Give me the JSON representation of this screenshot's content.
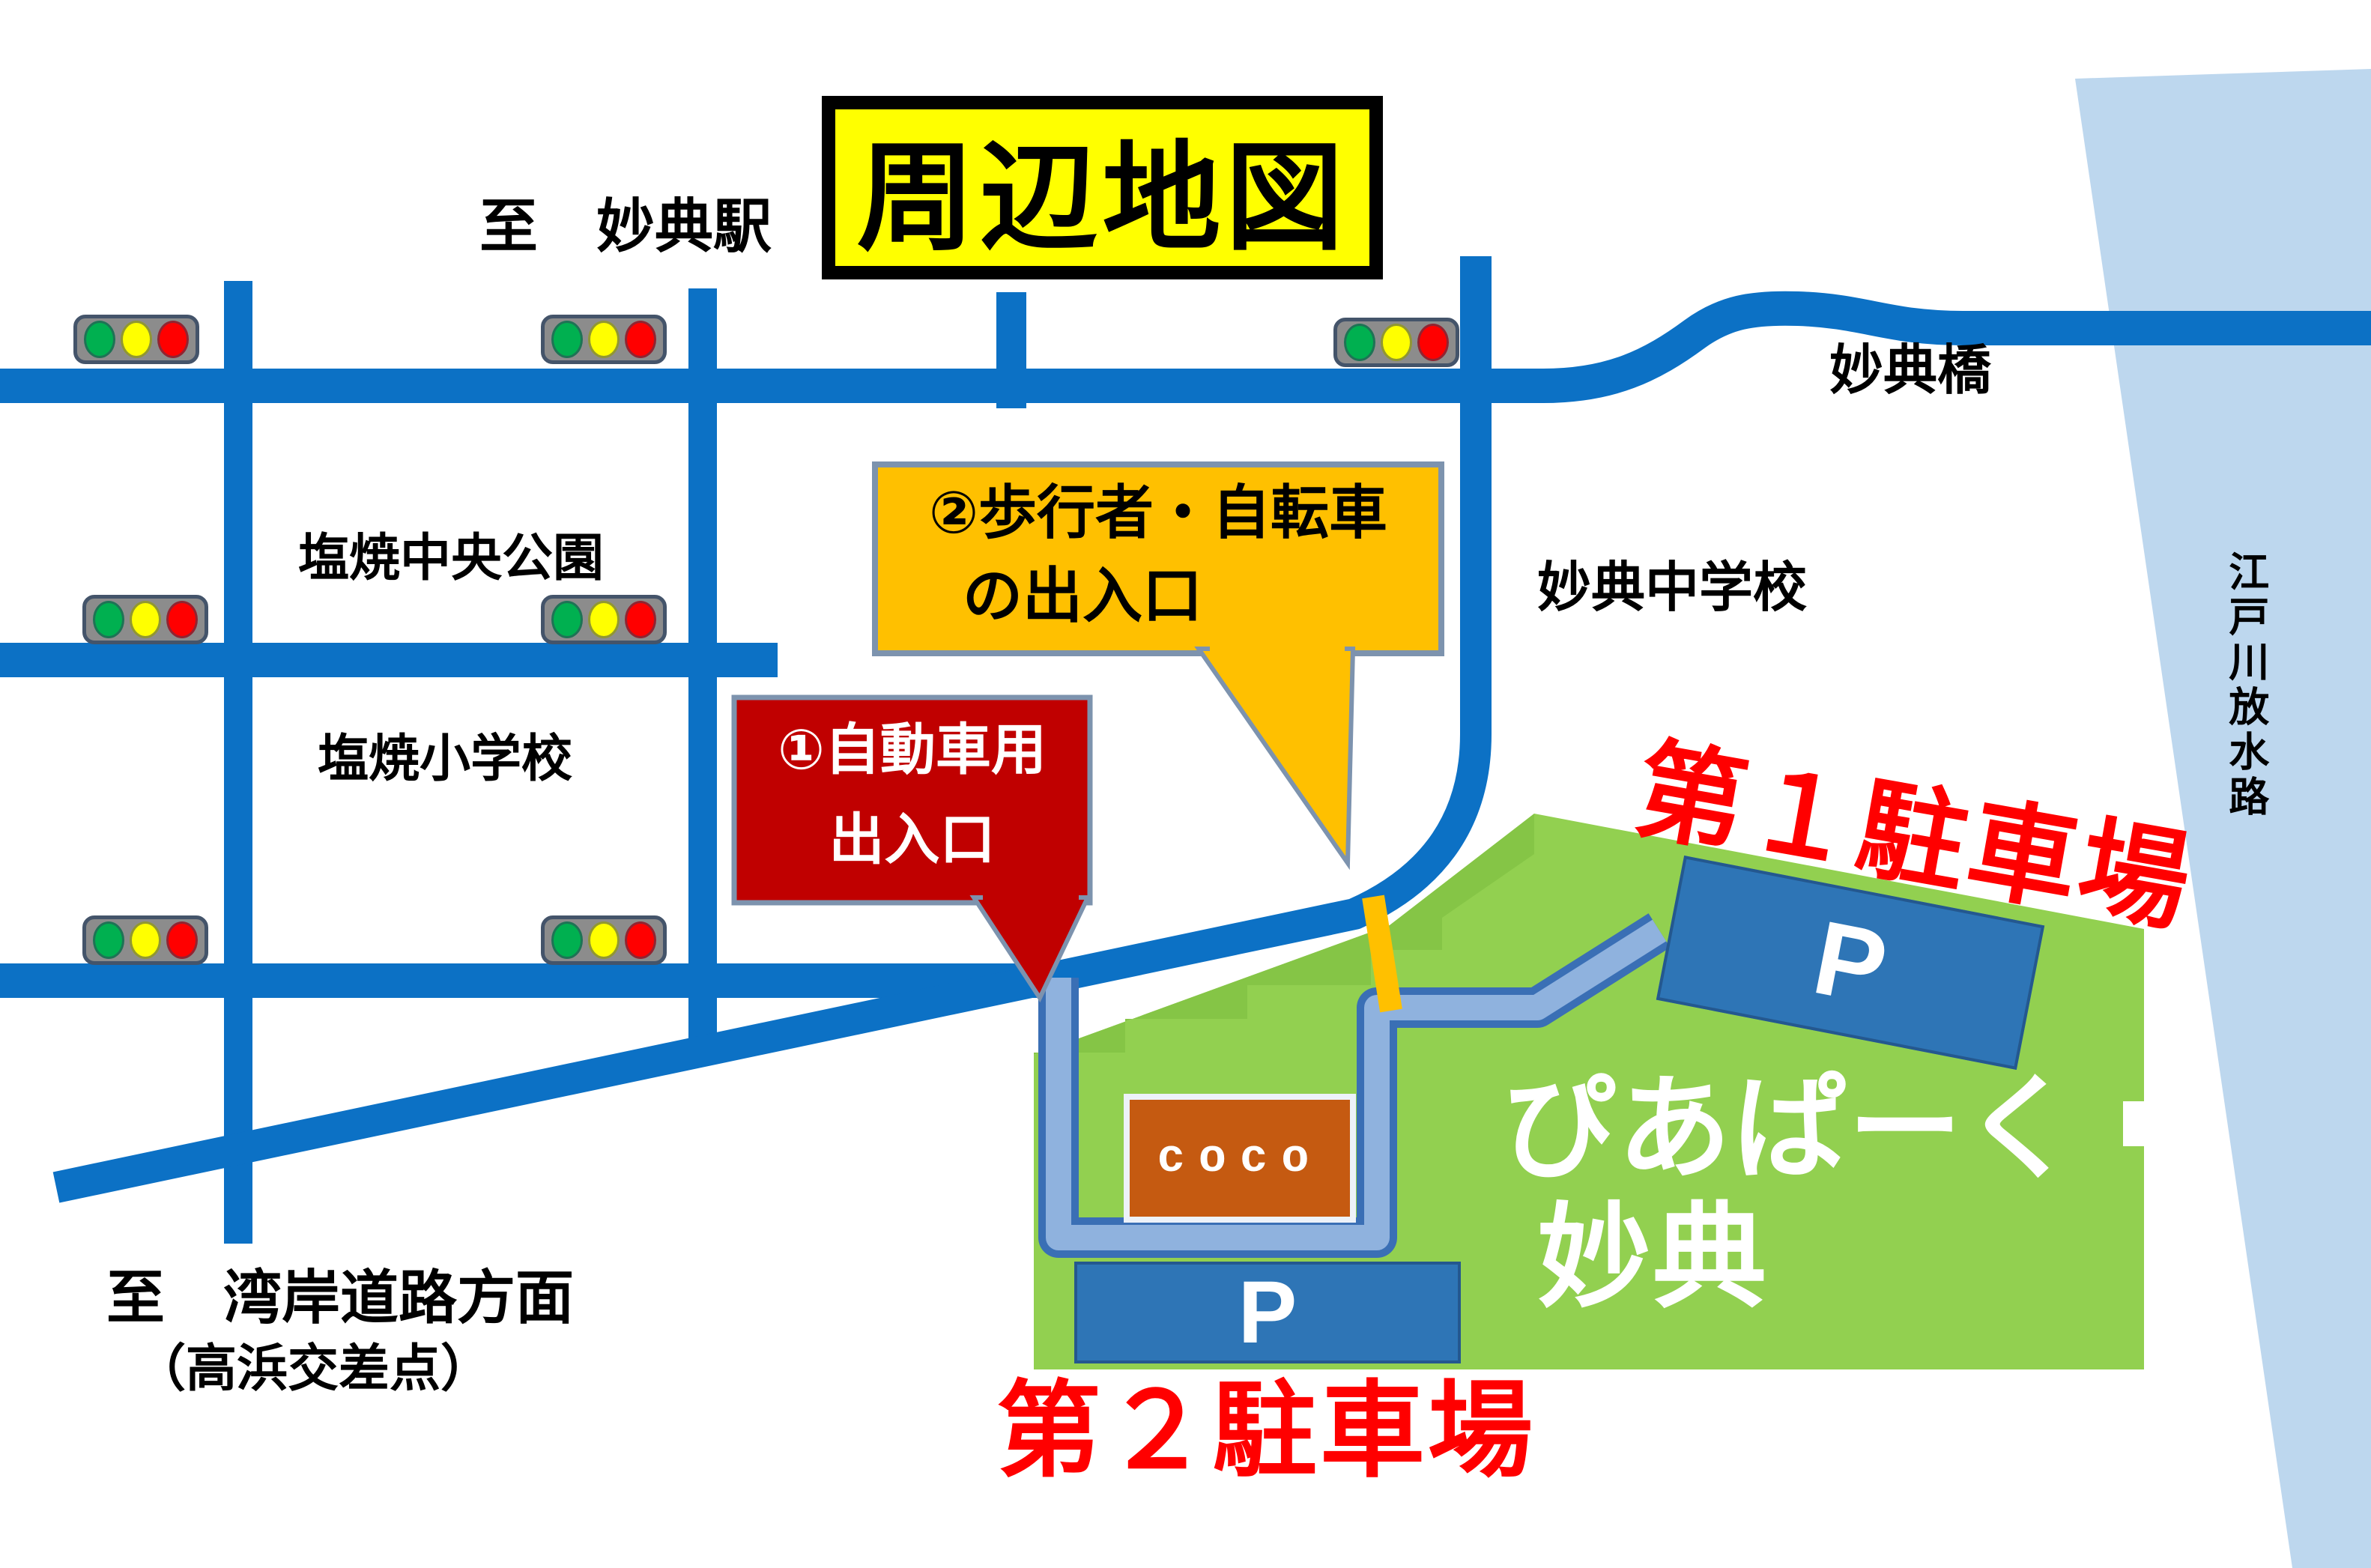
{
  "title": "周辺地図",
  "labels": {
    "to_station": "至　妙典駅",
    "bridge": "妙典橋",
    "central_park": "塩焼中央公園",
    "elementary_school": "塩焼小学校",
    "junior_high_school": "妙典中学校",
    "to_bay_road": "至　湾岸道路方面",
    "to_bay_road_sub": "（高浜交差点）",
    "river": "江戸川放水路"
  },
  "park": {
    "name_line1": "ぴあぱーく",
    "name_line2": "妙典",
    "facility": "coco"
  },
  "parking": {
    "lot1_label": "第１駐車場",
    "lot2_label": "第２駐車場",
    "symbol": "P"
  },
  "callouts": {
    "car_entrance": {
      "line1": "①自動車用",
      "line2": "出入口"
    },
    "pedestrian_entrance": {
      "line1": "②歩行者・自転車",
      "line2": "の出入口"
    }
  },
  "traffic_light": {
    "lights": [
      "green",
      "yellow",
      "red"
    ]
  },
  "colors": {
    "road_blue": "#0C71C5",
    "park_green": "#92D050",
    "park_green_dark": "#85C546",
    "river_blue": "#BDD7EE",
    "access_path_fill": "#8FB2DE",
    "access_path_border": "#3A6FB5",
    "title_bg": "#FFFF00",
    "callout_orange": "#FFC000",
    "callout_red": "#C00000",
    "callout_border": "#7D93AE",
    "label_red": "#FF0000",
    "parking_blue": "#2E75B6",
    "coco_brown": "#C55A11",
    "gate_orange": "#FFC000",
    "signal_body": "#8C8C8C",
    "signal_green": "#00B050",
    "signal_yellow": "#FFFF00",
    "signal_red": "#FF0000"
  }
}
